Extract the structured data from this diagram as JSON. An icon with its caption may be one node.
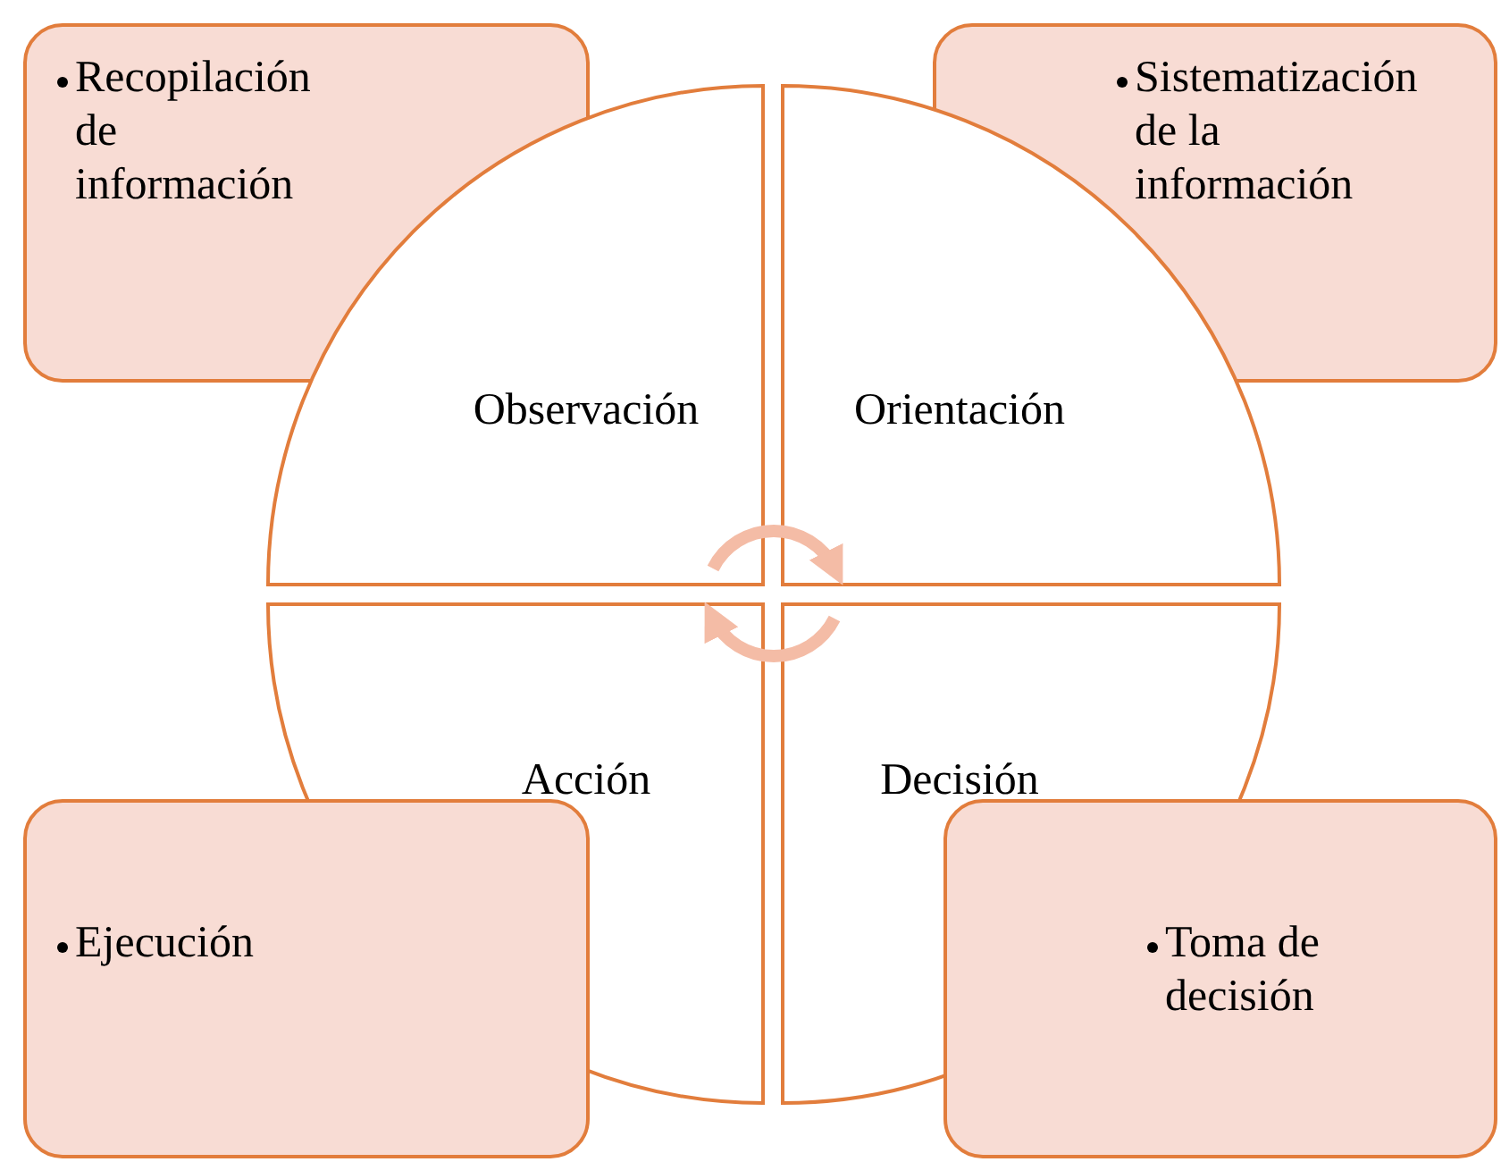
{
  "diagram": {
    "nodes": [
      {
        "text": [
          "Recopilación de información"
        ]
      },
      {
        "text": [
          "Sistematización de la información"
        ]
      },
      {
        "text": [
          "Observación"
        ]
      },
      {
        "text": [
          "Orientación"
        ]
      },
      {
        "text": [
          "Acción"
        ]
      },
      {
        "text": [
          "Decisión"
        ]
      },
      {
        "text": [
          "Ejecución"
        ]
      },
      {
        "text": [
          "Toma de decisión"
        ]
      }
    ],
    "edges": [
      {
        "from": 2,
        "to": 3,
        "arrow": "to"
      },
      {
        "from": 5,
        "to": 4,
        "arrow": "to"
      }
    ]
  }
}
